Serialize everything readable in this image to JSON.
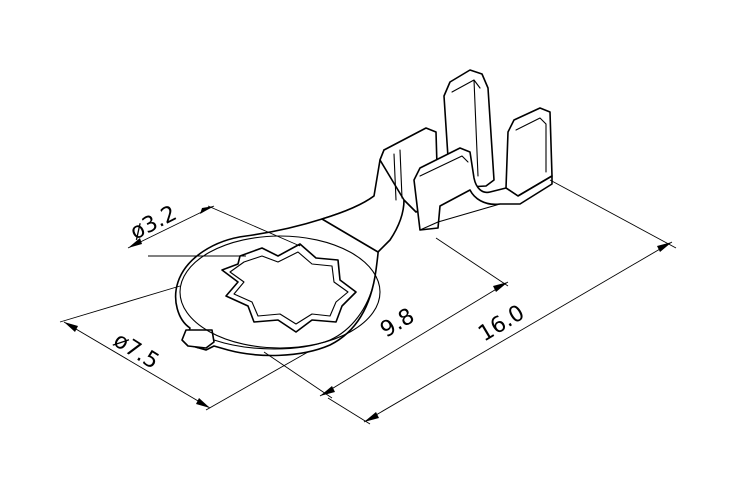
{
  "drawing": {
    "dimensions": {
      "inner_diameter": "ø3.2",
      "outer_diameter": "ø7.5",
      "hole_to_barrel": "9.8",
      "overall_length": "16.0"
    },
    "line_color": "#000000",
    "background_color": "#ffffff"
  }
}
